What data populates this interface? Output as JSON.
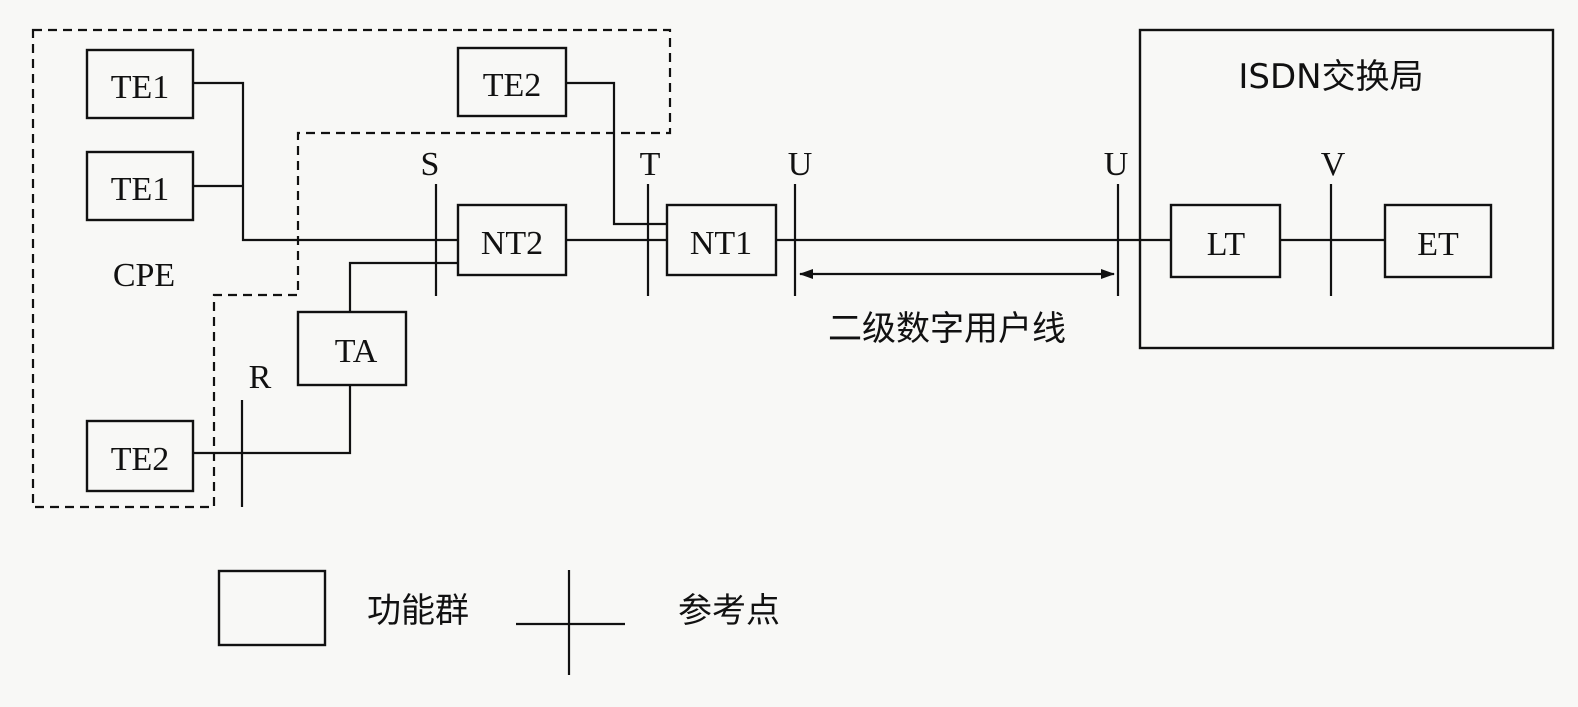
{
  "nodes": {
    "te1_top": "TE1",
    "te1_mid": "TE1",
    "te2_top": "TE2",
    "te2_bottom": "TE2",
    "nt2": "NT2",
    "nt1": "NT1",
    "ta": "TA",
    "lt": "LT",
    "et": "ET"
  },
  "labels": {
    "cpe": "CPE",
    "exchange": "ISDN交换局",
    "line": "二级数字用户线"
  },
  "ref_points": {
    "s": "S",
    "t": "T",
    "u_left": "U",
    "u_right": "U",
    "v": "V",
    "r": "R"
  },
  "legend": {
    "group": "功能群",
    "ref": "参考点"
  },
  "colors": {
    "ink": "#111111",
    "paper": "#f8f8f6"
  }
}
